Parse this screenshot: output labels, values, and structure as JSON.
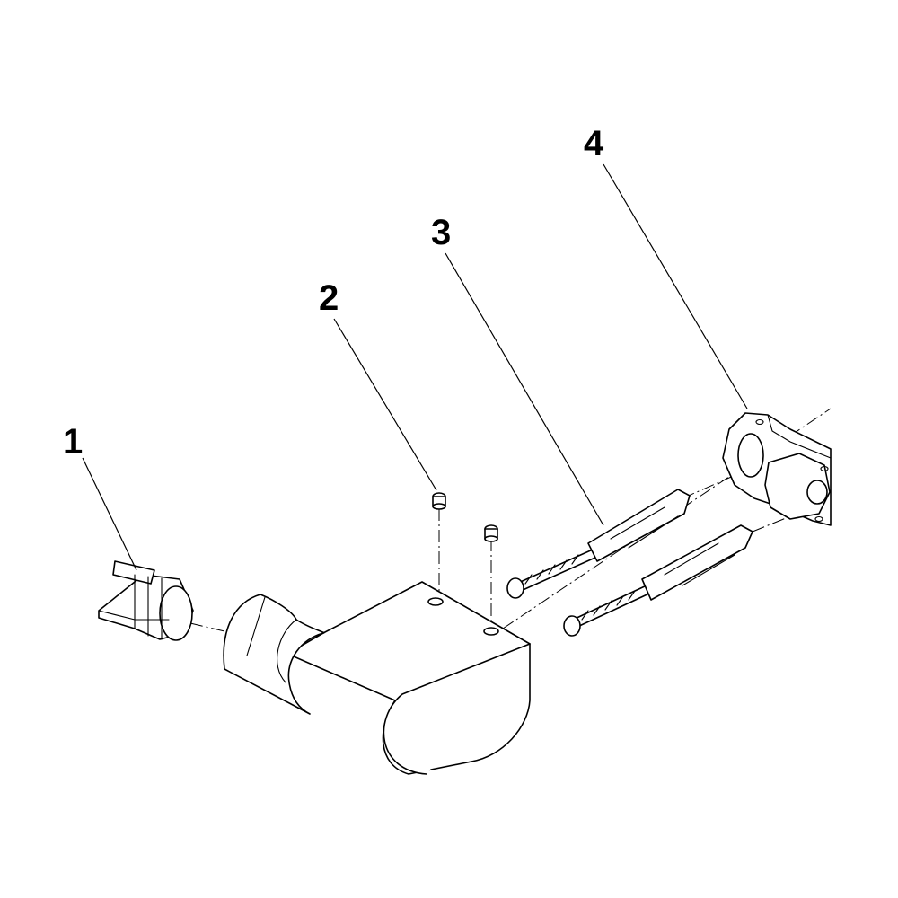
{
  "callouts": [
    {
      "label": "1"
    },
    {
      "label": "2"
    },
    {
      "label": "3"
    },
    {
      "label": "4"
    }
  ],
  "colors": {
    "line": "#000000",
    "background": "#ffffff"
  }
}
